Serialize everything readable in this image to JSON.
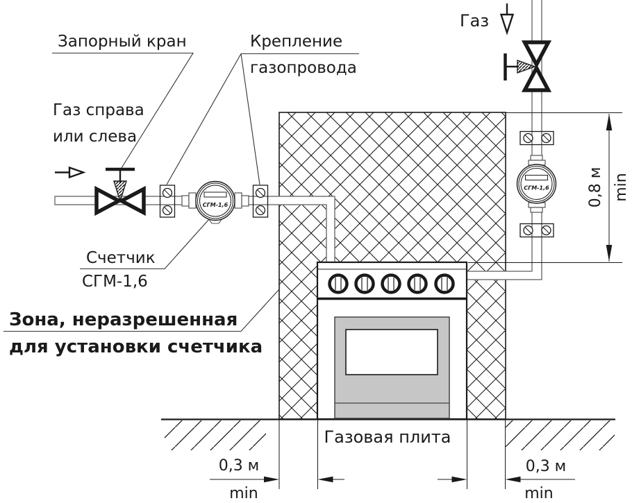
{
  "diagram": {
    "labels": {
      "shutoff_valve": "Запорный кран",
      "gas_side_1": "Газ справа",
      "gas_side_2": "или слева",
      "pipe_mount_1": "Крепление",
      "pipe_mount_2": "газопровода",
      "meter_caption_1": "Счетчик",
      "meter_caption_2": "СГМ-1,6",
      "zone_1": "Зона, неразрешенная",
      "zone_2": "для установки счетчика",
      "gas_inlet": "Газ",
      "stove": "Газовая плита",
      "meter_badge": "СГМ-1,6"
    },
    "dimensions": {
      "height": {
        "value": "0,8 м",
        "qualifier": "min"
      },
      "left_gap": {
        "value": "0,3 м",
        "qualifier": "min"
      },
      "right_gap": {
        "value": "0,3 м",
        "qualifier": "min"
      }
    },
    "colors": {
      "line": "#1a1a1a",
      "pipe_stroke": "#777777",
      "stove_gray": "#c6c6c6"
    }
  }
}
